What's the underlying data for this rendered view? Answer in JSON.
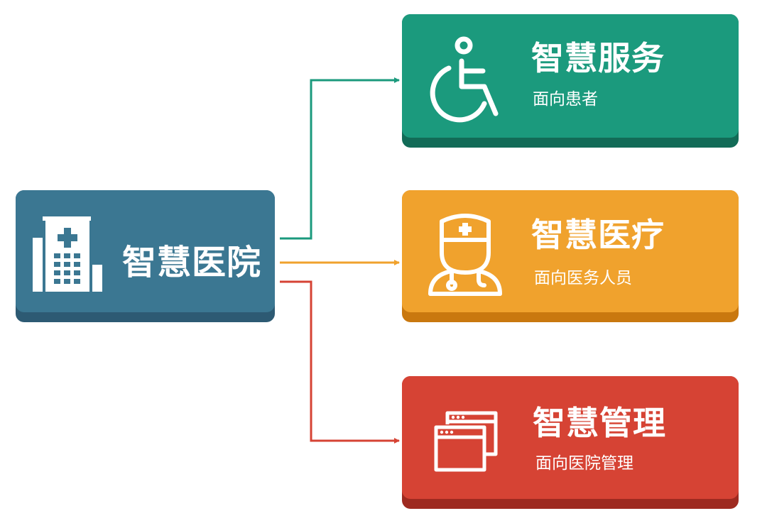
{
  "root": {
    "title": "智慧医院",
    "icon": "hospital-icon",
    "color": "#3b7792"
  },
  "branches": [
    {
      "title": "智慧服务",
      "subtitle": "面向患者",
      "icon": "wheelchair-icon",
      "color": "#1b9a7d"
    },
    {
      "title": "智慧医疗",
      "subtitle": "面向医务人员",
      "icon": "doctor-icon",
      "color": "#f0a22d"
    },
    {
      "title": "智慧管理",
      "subtitle": "面向医院管理",
      "icon": "windows-icon",
      "color": "#d64334"
    }
  ]
}
